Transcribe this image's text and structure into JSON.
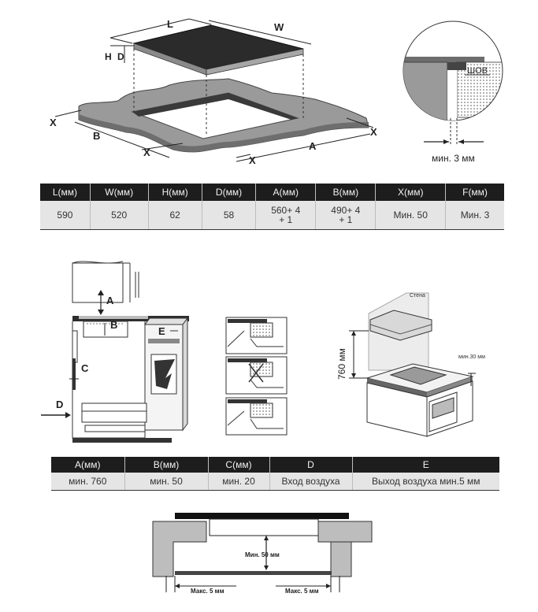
{
  "fig1": {
    "dim_L": "L",
    "dim_W": "W",
    "dim_H": "H",
    "dim_D": "D",
    "dim_A": "A",
    "dim_B": "B",
    "dim_X": "X",
    "seam_label": "ШОВ",
    "gap_label": "мин. 3 мм"
  },
  "table1": {
    "headers": [
      "L(мм)",
      "W(мм)",
      "H(мм)",
      "D(мм)",
      "A(мм)",
      "B(мм)",
      "X(мм)",
      "F(мм)"
    ],
    "values": [
      "590",
      "520",
      "62",
      "58",
      "560+ 4\n+ 1",
      "490+ 4\n+ 1",
      "Мин. 50",
      "Мин. 3"
    ]
  },
  "fig2": {
    "label_A": "A",
    "label_B": "B",
    "label_C": "C",
    "label_D": "D",
    "label_E": "E",
    "wall_label": "Стена",
    "height_label": "760 мм",
    "side_gap_label": "мин.30 мм"
  },
  "table2": {
    "headers": [
      "A(мм)",
      "B(мм)",
      "C(мм)",
      "D",
      "E"
    ],
    "values": [
      "мин. 760",
      "мин. 50",
      "мин. 20",
      "Вход воздуха",
      "Выход воздуха мин.5 мм"
    ]
  },
  "fig3": {
    "min_label": "Мин. 50 мм",
    "max_left": "Макс. 5 мм",
    "max_right": "Макс. 5 мм"
  }
}
